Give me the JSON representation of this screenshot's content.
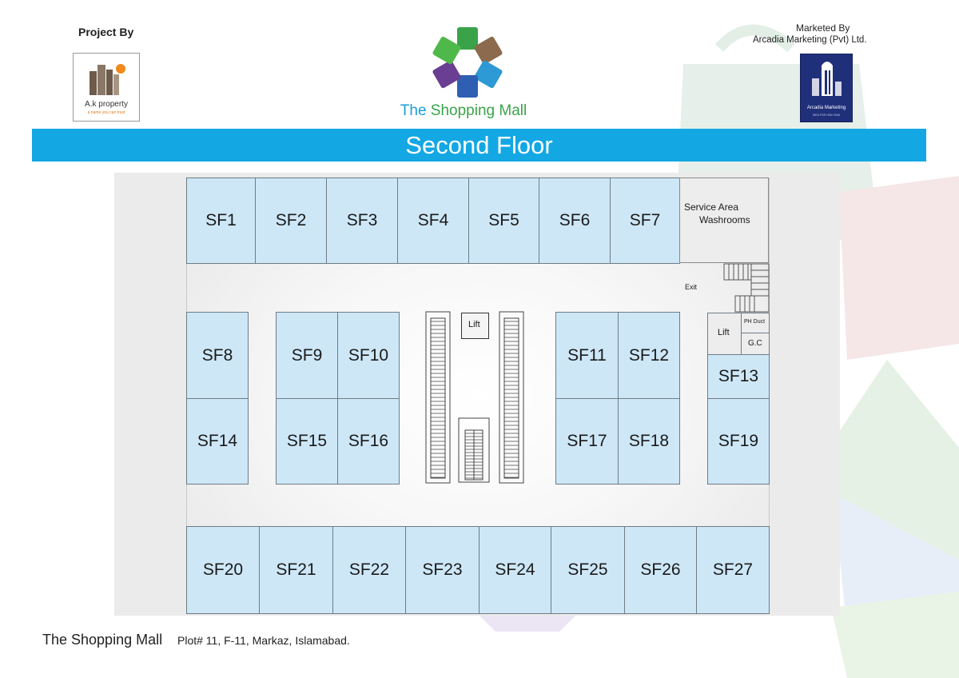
{
  "header": {
    "project_by": "Project By",
    "ak_name": "A.k property",
    "ak_tagline": "a name you can trust",
    "mall_title_part1": "The",
    "mall_title_part2": "Shopping Mall",
    "marketed_by": "Marketed By",
    "marketer": "Arcadia Marketing (Pvt) Ltd.",
    "arcadia_logo_text": "Arcadia Marketing",
    "arcadia_logo_subtext": "IDEA FOR HIGH END"
  },
  "floor_title": "Second Floor",
  "plan": {
    "service_area": "Service Area",
    "washrooms": "Washrooms",
    "exit": "Exit",
    "lift_center": "Lift",
    "lift_side": "Lift",
    "ph_duct": "PH Duct",
    "gc": "G.C",
    "shops": {
      "top": [
        "SF1",
        "SF2",
        "SF3",
        "SF4",
        "SF5",
        "SF6",
        "SF7"
      ],
      "sf8": "SF8",
      "sf9": "SF9",
      "sf10": "SF10",
      "sf11": "SF11",
      "sf12": "SF12",
      "sf13": "SF13",
      "sf14": "SF14",
      "sf15": "SF15",
      "sf16": "SF16",
      "sf17": "SF17",
      "sf18": "SF18",
      "sf19": "SF19",
      "bottom": [
        "SF20",
        "SF21",
        "SF22",
        "SF23",
        "SF24",
        "SF25",
        "SF26",
        "SF27"
      ]
    }
  },
  "footer": {
    "name": "The Shopping Mall",
    "address": "Plot# 11, F-11, Markaz, Islamabad."
  },
  "colors": {
    "banner": "#13a7e4",
    "shop_fill": "#cde7f7",
    "title_blue": "#1a9cd8",
    "title_green": "#3aa34a",
    "arcadia_navy": "#1f2f7a"
  }
}
